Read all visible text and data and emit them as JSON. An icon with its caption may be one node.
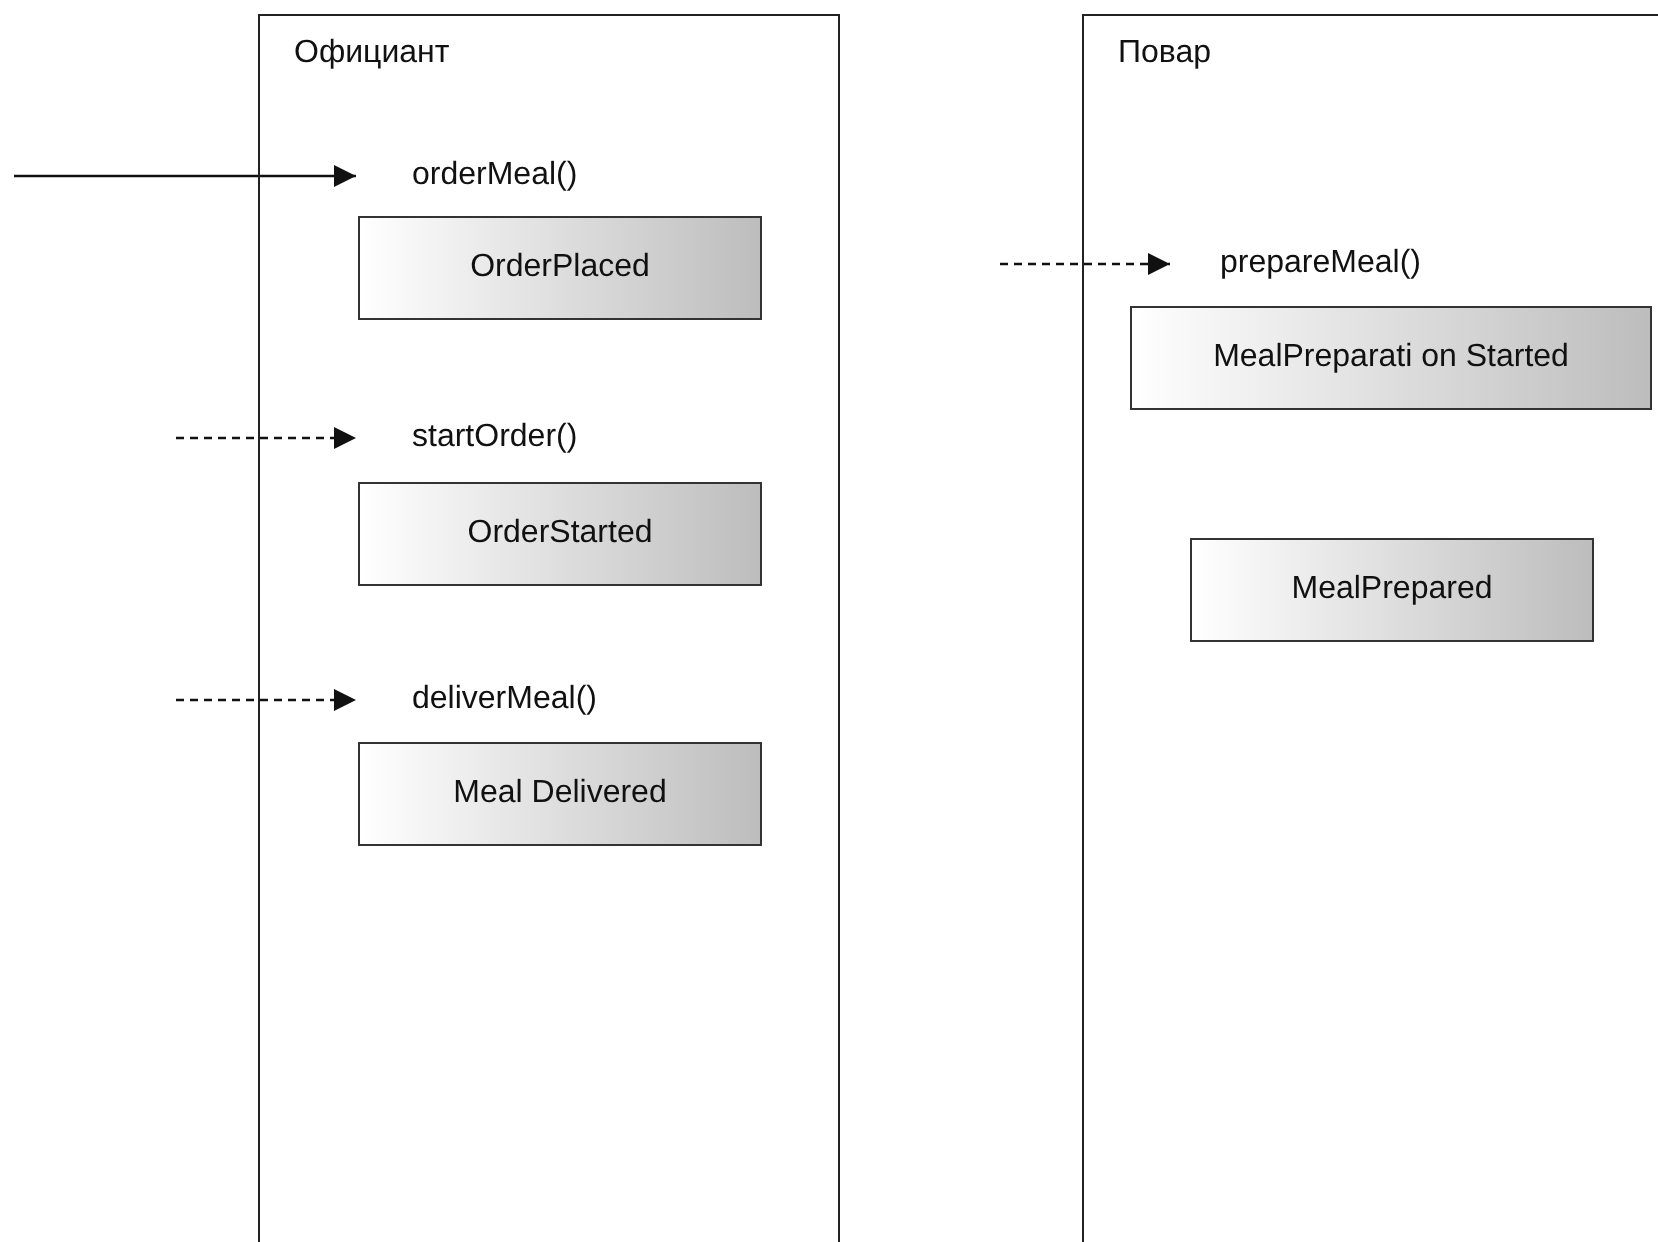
{
  "diagram": {
    "nodes": [
      {
        "text": [
          "Официант"
        ]
      },
      {
        "text": [
          "orderMeal()"
        ],
        "in": 0
      },
      {
        "text": [
          "OrderPlaced"
        ],
        "in": 0
      },
      {
        "text": [
          "startOrder()"
        ],
        "in": 0
      },
      {
        "text": [
          "OrderStarted"
        ],
        "in": 0
      },
      {
        "text": [
          "deliverMeal()"
        ],
        "in": 0
      },
      {
        "text": [
          "Meal Delivered"
        ],
        "in": 0
      },
      {
        "text": [
          "Повар"
        ]
      },
      {
        "text": [
          "prepareMeal()"
        ],
        "in": 7
      },
      {
        "text": [
          "MealPreparati on Started"
        ],
        "in": 7
      },
      {
        "text": [
          "MealPrepared"
        ],
        "in": 7
      }
    ],
    "edges": [
      {
        "from": null,
        "to": 1,
        "arrow": "to"
      },
      {
        "from": null,
        "to": 3,
        "arrow": "to",
        "style": "dashed"
      },
      {
        "from": null,
        "to": 5,
        "arrow": "to",
        "style": "dashed"
      },
      {
        "from": null,
        "to": 8,
        "arrow": "to",
        "style": "dashed"
      }
    ]
  }
}
